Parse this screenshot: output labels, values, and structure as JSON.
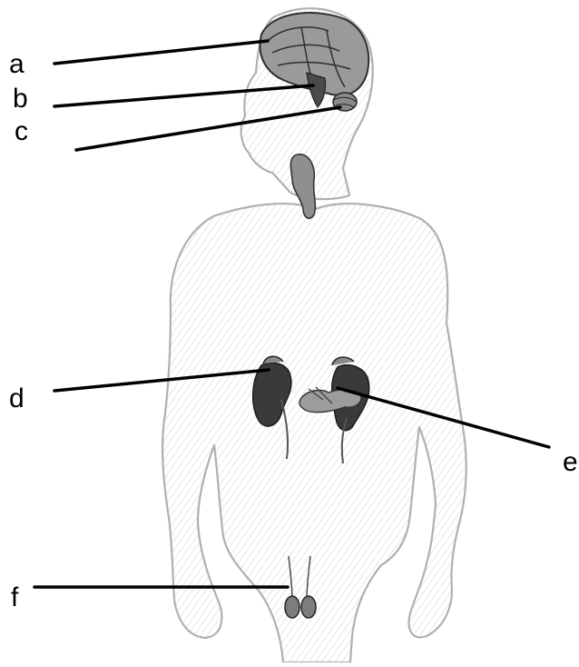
{
  "labels": {
    "a": "a",
    "b": "b",
    "c": "c",
    "d": "d",
    "e": "e",
    "f": "f"
  },
  "colors": {
    "body_outline": "#b5b5b5",
    "body_hatch": "#cfcfcf",
    "organ_dark": "#2e2e2e",
    "organ_mid": "#7a7a7a",
    "organ_light": "#bdbdbd",
    "leader_line": "#000000"
  },
  "icons": [
    "human-figure-illustration",
    "brain-icon",
    "thyroid-icon",
    "kidney-icon",
    "testes-icon"
  ]
}
